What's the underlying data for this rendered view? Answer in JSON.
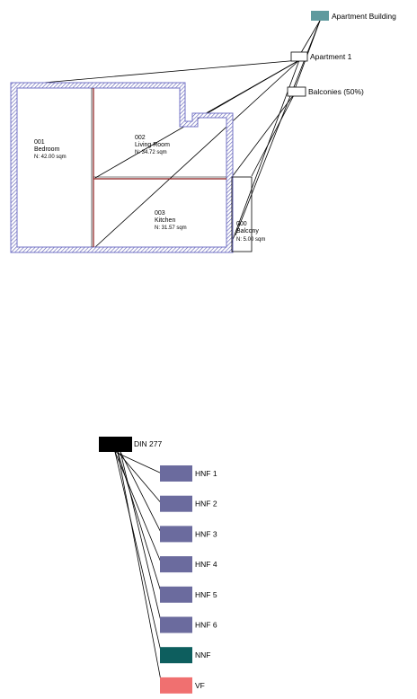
{
  "building": {
    "top_node": {
      "label": "Apartment Building",
      "color": "#5f9a9e"
    },
    "apartment": {
      "label": "Apartment 1"
    },
    "balconies": {
      "label": "Balconies (50%)"
    },
    "rooms": [
      {
        "number": "001",
        "name": "Bedroom",
        "area": "N: 42.00 sqm"
      },
      {
        "number": "002",
        "name": "Living Room",
        "area": "N: 34.72 sqm"
      },
      {
        "number": "003",
        "name": "Kitchen",
        "area": "N: 31.57 sqm"
      },
      {
        "number": "000",
        "name": "Balcony",
        "area": "N: 5.00 sqm"
      }
    ]
  },
  "din": {
    "root": {
      "label": "DIN 277",
      "color": "#000000"
    },
    "nodes": [
      {
        "label": "HNF 1",
        "color": "#6b6b9e"
      },
      {
        "label": "HNF 2",
        "color": "#6b6b9e"
      },
      {
        "label": "HNF 3",
        "color": "#6b6b9e"
      },
      {
        "label": "HNF 4",
        "color": "#6b6b9e"
      },
      {
        "label": "HNF 5",
        "color": "#6b6b9e"
      },
      {
        "label": "HNF 6",
        "color": "#6b6b9e"
      },
      {
        "label": "NNF",
        "color": "#0d5e5e"
      },
      {
        "label": "VF",
        "color": "#f07070"
      }
    ]
  },
  "colors": {
    "wall": "#5b5bb0",
    "room_outline": "#8b1a1a",
    "hnf": "#6b6b9e",
    "nnf": "#0d5e5e",
    "vf": "#f07070",
    "building_node": "#5f9a9e"
  }
}
